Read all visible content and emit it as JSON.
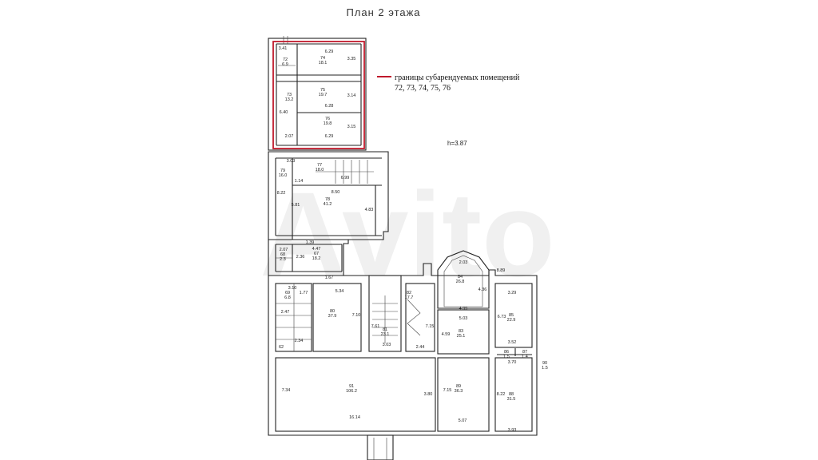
{
  "title": "План 2 этажа",
  "legend": {
    "label": "границы субарендуемых помещений",
    "rooms": "72, 73, 74, 75, 76",
    "color": "#c0192c"
  },
  "height_note": "h=3.87",
  "rooms": {
    "r72": {
      "num": "72",
      "area": "6.9"
    },
    "r73": {
      "num": "73",
      "area": "13.2"
    },
    "r74": {
      "num": "74",
      "area": "18.1"
    },
    "r75": {
      "num": "75",
      "area": "19.7"
    },
    "r76": {
      "num": "76",
      "area": "19.8"
    },
    "r77": {
      "num": "77",
      "area": "18.0"
    },
    "r78": {
      "num": "78",
      "area": "41.2"
    },
    "r79": {
      "num": "79",
      "area": "16.0"
    },
    "r80": {
      "num": "80",
      "area": "37.9"
    },
    "r81": {
      "num": "81",
      "area": "23.1"
    },
    "r82": {
      "num": "82",
      "area": "17.7"
    },
    "r83": {
      "num": "83",
      "area": "25.1"
    },
    "r84": {
      "num": "84",
      "area": "26.8"
    },
    "r85": {
      "num": "85",
      "area": "22.9"
    },
    "r86": {
      "num": "86",
      "area": "1.5"
    },
    "r87": {
      "num": "87",
      "area": "1.4"
    },
    "r88": {
      "num": "88",
      "area": "31.5"
    },
    "r89": {
      "num": "89",
      "area": "36.3"
    },
    "r90": {
      "num": "90",
      "area": "1.5"
    },
    "r91": {
      "num": "91",
      "area": "106.2"
    },
    "r67": {
      "num": "67",
      "area": "18.2"
    },
    "r68": {
      "num": "68",
      "area": "2.3"
    },
    "r69": {
      "num": "69",
      "area": "6.8"
    }
  },
  "dims": {
    "d629a": "6.29",
    "d335": "3.35",
    "d341": "3.41",
    "d640": "6.40",
    "d628": "6.28",
    "d314": "3.14",
    "d207": "2.07",
    "d629b": "6.29",
    "d315": "3.15",
    "d303": "3.03",
    "d114": "1.14",
    "d699": "6.99",
    "d850": "8.50",
    "d822": "8.22",
    "d581": "5.81",
    "d483": "4.83",
    "d139": "1.39",
    "d447": "4.47",
    "d207b": "2.07",
    "d236": "2.36",
    "d167": "1.67",
    "d310": "3.10",
    "d177": "1.77",
    "d534": "5.34",
    "d710": "7.10",
    "d761": "7.61",
    "d303b": "3.03",
    "d715": "7.15",
    "d244": "2.44",
    "d203": "2.03",
    "d436": "4.36",
    "d499": "4.99",
    "d503": "5.03",
    "d459": "4.59",
    "d889": "8.89",
    "d329": "3.29",
    "d673": "6.73",
    "d352": "3.52",
    "d370": "3.70",
    "d734": "7.34",
    "d1614": "16.14",
    "d380": "3.80",
    "d715b": "7.15",
    "d507": "5.07",
    "d822b": "8.22",
    "d393": "3.93",
    "d247": "2.47",
    "d234": "2.34",
    "d62": "62"
  }
}
